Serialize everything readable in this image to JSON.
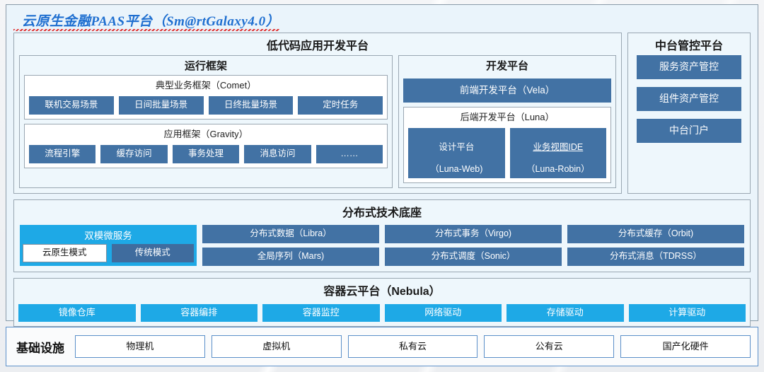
{
  "platform": {
    "title": "云原生金融PAAS平台（Sm@rtGalaxy4.0）",
    "lowcode": {
      "header": "低代码应用开发平台",
      "runtime": {
        "header": "运行框架",
        "groups": [
          {
            "header": "典型业务框架（Comet）",
            "items": [
              "联机交易场景",
              "日间批量场景",
              "日终批量场景",
              "定时任务"
            ]
          },
          {
            "header": "应用框架（Gravity）",
            "items": [
              "流程引擎",
              "缓存访问",
              "事务处理",
              "消息访问",
              "……"
            ]
          }
        ]
      },
      "devplatform": {
        "header": "开发平台",
        "frontend": "前端开发平台（Vela）",
        "backend": {
          "header": "后端开发平台（Luna）",
          "items": [
            {
              "line1": "设计平台",
              "line2": "（Luna-Web)",
              "underline": false
            },
            {
              "line1": "业务视图IDE",
              "line2": "（Luna-Robin）",
              "underline": true
            }
          ]
        }
      }
    },
    "midcontrol": {
      "header": "中台管控平台",
      "items": [
        "服务资产管控",
        "组件资产管控",
        "中台门户"
      ]
    },
    "distributed": {
      "header": "分布式技术底座",
      "dualmode": {
        "title": "双模微服务",
        "items": [
          {
            "label": "云原生模式",
            "style": "white"
          },
          {
            "label": "传统模式",
            "style": "darkblue"
          }
        ]
      },
      "columns": [
        [
          "分布式数据（Libra）",
          "全局序列（Mars)"
        ],
        [
          "分布式事务（Virgo)",
          "分布式调度（Sonic）"
        ],
        [
          "分布式缓存（Orbit)",
          "分布式消息（TDRSS）"
        ]
      ]
    },
    "nebula": {
      "header": "容器云平台（Nebula）",
      "items": [
        "镜像仓库",
        "容器编排",
        "容器监控",
        "网络驱动",
        "存储驱动",
        "计算驱动"
      ]
    }
  },
  "infrastructure": {
    "label": "基础设施",
    "items": [
      "物理机",
      "虚拟机",
      "私有云",
      "公有云",
      "国产化硬件"
    ]
  },
  "colors": {
    "accent_blue": "#4272a4",
    "accent_cyan": "#1ea9e6",
    "title_blue": "#1f6fd0",
    "panel_bg": "#eaf4fb",
    "border_gray": "#9aa7b2",
    "infra_border": "#5b8fc9"
  }
}
